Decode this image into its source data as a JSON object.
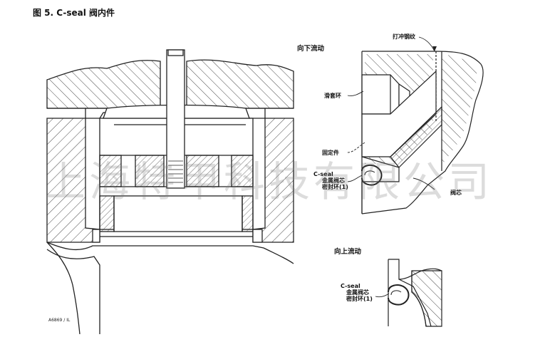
{
  "title": "图 5. C-seal 阀内件",
  "labels": {
    "flow_down": "向下流动",
    "flow_up": "向上流动",
    "punch_mark": "打冲钢纹",
    "backup_ring": "滑套环",
    "retainer": "固定件",
    "cseal_upper_1": "C-seal",
    "cseal_upper_2": "金属阀芯",
    "cseal_upper_3": "密封环(1)",
    "plug": "阀芯",
    "cseal_lower_1": "C-seal",
    "cseal_lower_2": "金属阀芯",
    "cseal_lower_3": "密封环(1)"
  },
  "watermark": "上海特甲科技有限公司",
  "figure_code": "A6869 / IL"
}
